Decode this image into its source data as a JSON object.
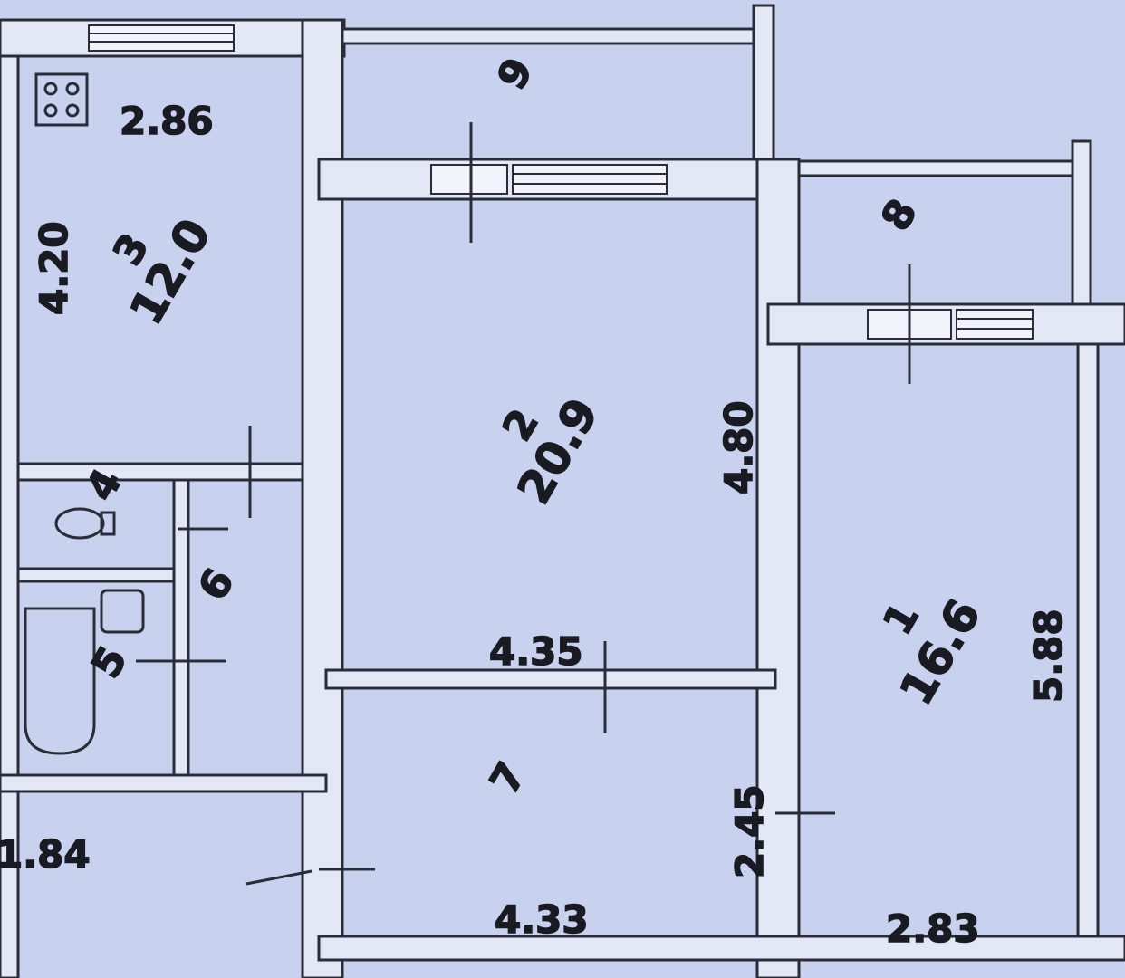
{
  "rooms": {
    "room_1": {
      "number": "1",
      "area": "16.6",
      "width": "2.83",
      "depth": "5.88"
    },
    "room_2": {
      "number": "2",
      "area": "20.9",
      "width": "4.35",
      "depth": "4.80"
    },
    "room_3": {
      "number": "3",
      "area": "12.0",
      "width": "2.86",
      "depth": "4.20"
    },
    "room_4": {
      "number": "4"
    },
    "room_5": {
      "number": "5"
    },
    "room_6": {
      "number": "6"
    },
    "room_7": {
      "number": "7",
      "width": "4.33",
      "depth": "2.45"
    },
    "room_8": {
      "number": "8"
    },
    "room_9": {
      "number": "9"
    },
    "corridor": {
      "dim": "1.84"
    }
  },
  "icons": {
    "stove": "stove-icon",
    "toilet": "toilet-icon",
    "bathtub": "bathtub-icon",
    "sink": "sink-icon"
  },
  "colors": {
    "paper": "#c8d2ef",
    "ink": "#1a1a22",
    "wall_fill": "#e4e7f5"
  }
}
